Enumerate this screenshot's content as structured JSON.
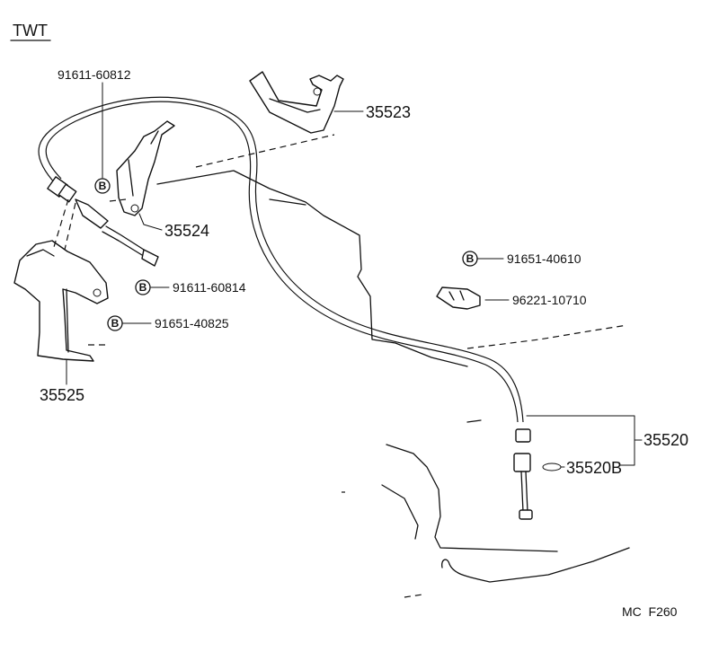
{
  "header": {
    "variant": "TWT"
  },
  "parts": {
    "p35523": "35523",
    "p35524": "35524",
    "p35525": "35525",
    "p35520": "35520",
    "p35520B": "35520B",
    "p91611_60812": "91611-60812",
    "p91611_60814": "91611-60814",
    "p91651_40825": "91651-40825",
    "p91651_40610": "91651-40610",
    "p96221_10710": "96221-10710"
  },
  "badge_letter": "B",
  "footer": {
    "code": "MC  F260"
  }
}
